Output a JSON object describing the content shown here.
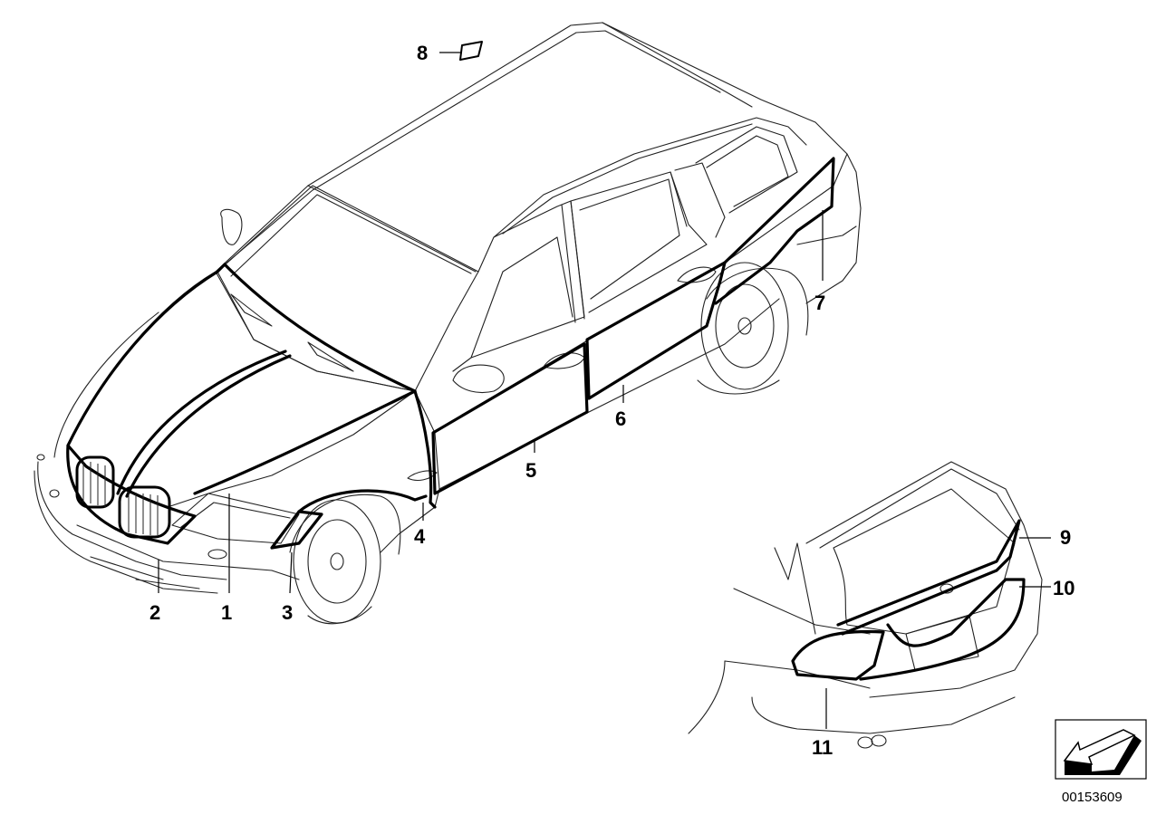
{
  "diagram": {
    "callouts": [
      {
        "id": "1",
        "label": "1"
      },
      {
        "id": "2",
        "label": "2"
      },
      {
        "id": "3",
        "label": "3"
      },
      {
        "id": "4",
        "label": "4"
      },
      {
        "id": "5",
        "label": "5"
      },
      {
        "id": "6",
        "label": "6"
      },
      {
        "id": "7",
        "label": "7"
      },
      {
        "id": "8",
        "label": "8"
      },
      {
        "id": "9",
        "label": "9"
      },
      {
        "id": "10",
        "label": "10"
      },
      {
        "id": "11",
        "label": "11"
      }
    ],
    "document_number": "00153609",
    "orientation_icon": "arrow-direction-icon"
  }
}
